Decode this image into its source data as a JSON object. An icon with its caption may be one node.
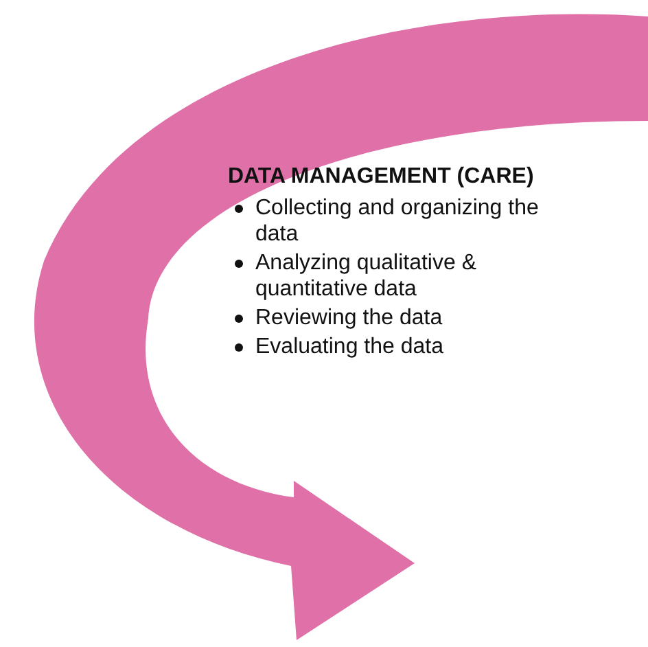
{
  "diagram": {
    "title": "DATA MANAGEMENT (CARE)",
    "labels": [
      "Collecting and organizing the data",
      "Analyzing qualitative & quantitative data",
      "Reviewing the data",
      "Evaluating the data"
    ]
  }
}
